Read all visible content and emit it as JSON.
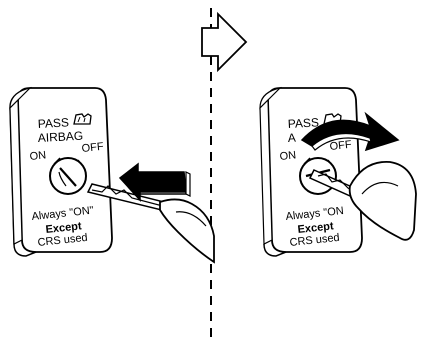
{
  "panels": {
    "left": {
      "switch": {
        "top_label_1": "PASS",
        "top_label_2": "AIRBAG",
        "pos_on": "ON",
        "pos_off": "OFF",
        "bottom_line_1": "Always \"ON\"",
        "bottom_line_2": "Except",
        "bottom_line_3": "CRS used"
      }
    },
    "right": {
      "switch": {
        "top_label_1": "PASS",
        "top_label_2": "A",
        "pos_on": "ON",
        "pos_off": "OFF",
        "bottom_line_1": "Always \"ON",
        "bottom_line_2": "Except",
        "bottom_line_3": "CRS used"
      }
    }
  },
  "icons": {
    "airbag_symbol": "airbag-seat-icon",
    "step_arrow": "right-step-arrow",
    "insert_arrow": "insert-arrow",
    "turn_arrow": "rotate-arrow"
  },
  "colors": {
    "ink": "#000000",
    "paper": "#ffffff",
    "shade": "#e8e8e8"
  }
}
